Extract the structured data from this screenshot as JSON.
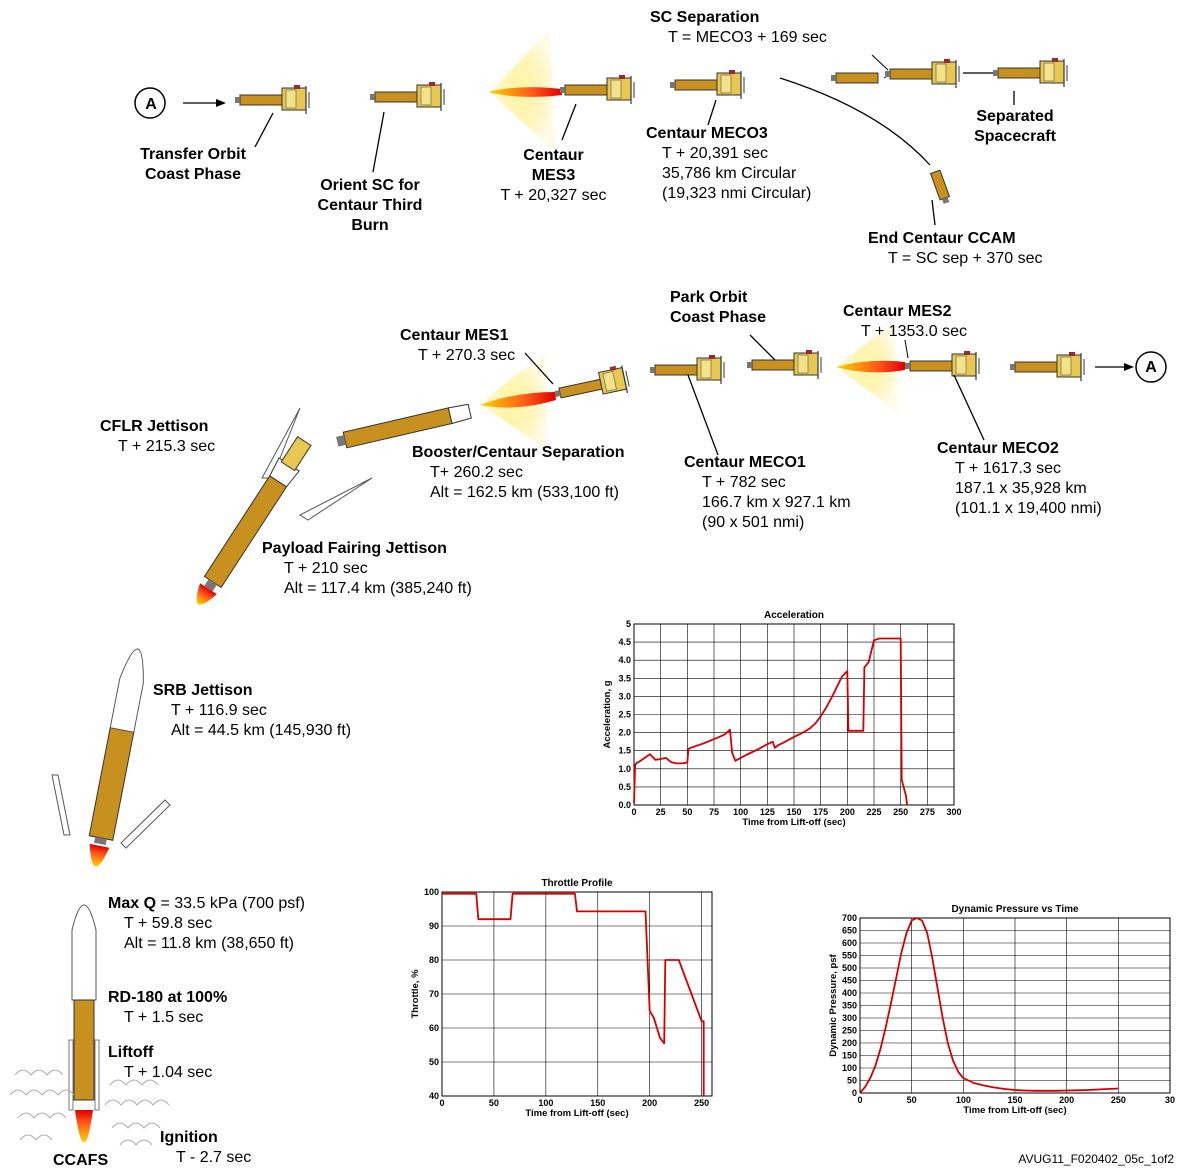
{
  "connector_a": "A",
  "figure_id": "AVUG11_F020402_05c_1of2",
  "ccafs": "CCAFS",
  "events": {
    "sc_separation": {
      "title": "SC  Separation",
      "lines": [
        "T = MECO3 + 169 sec"
      ]
    },
    "transfer_orbit": {
      "title": "Transfer Orbit",
      "lines": [
        "Coast Phase"
      ]
    },
    "orient_sc": {
      "title": "Orient SC for",
      "lines": [
        "Centaur Third",
        "Burn"
      ]
    },
    "mes3": {
      "title": "Centaur",
      "lines": [
        "MES3"
      ],
      "time": "T + 20,327 sec"
    },
    "meco3": {
      "title": "Centaur MECO3",
      "lines": [
        "T + 20,391 sec",
        "35,786 km Circular",
        "(19,323  nmi Circular)"
      ]
    },
    "separated_sc": {
      "title": "Separated",
      "lines": [
        "Spacecraft"
      ]
    },
    "end_ccam": {
      "title": "End Centaur CCAM",
      "lines": [
        "T = SC sep + 370 sec"
      ]
    },
    "park_orbit": {
      "title": "Park Orbit",
      "lines": [
        "Coast Phase"
      ]
    },
    "mes2": {
      "title": "Centaur MES2",
      "lines": [
        "T + 1353.0 sec"
      ]
    },
    "mes1": {
      "title": "Centaur MES1",
      "lines": [
        "T + 270.3 sec"
      ]
    },
    "cflr": {
      "title": "CFLR Jettison",
      "lines": [
        "T + 215.3 sec"
      ]
    },
    "booster_sep": {
      "title": "Booster/Centaur Separation",
      "lines": [
        "T+ 260.2 sec",
        "Alt = 162.5 km (533,100 ft)"
      ]
    },
    "meco1": {
      "title": "Centaur MECO1",
      "lines": [
        "T + 782 sec",
        "166.7 km x 927.1 km",
        "(90 x 501 nmi)"
      ]
    },
    "meco2": {
      "title": "Centaur MECO2",
      "lines": [
        "T + 1617.3 sec",
        "187.1 x 35,928 km",
        "(101.1 x 19,400  nmi)"
      ]
    },
    "pfj": {
      "title": "Payload Fairing Jettison",
      "lines": [
        "T + 210 sec",
        "Alt = 117.4 km (385,240 ft)"
      ]
    },
    "srb": {
      "title": "SRB Jettison",
      "lines": [
        "T + 116.9 sec",
        "Alt = 44.5 km (145,930 ft)"
      ]
    },
    "maxq": {
      "title": "Max Q",
      "title_suffix": " = 33.5 kPa (700 psf)",
      "lines": [
        "T + 59.8 sec",
        "Alt = 11.8 km (38,650 ft)"
      ]
    },
    "rd180": {
      "title": "RD-180 at 100%",
      "lines": [
        "T + 1.5 sec"
      ]
    },
    "liftoff": {
      "title": "Liftoff",
      "lines": [
        "T + 1.04 sec"
      ]
    },
    "ignition": {
      "title": "Ignition",
      "lines": [
        "T - 2.7 sec"
      ]
    }
  },
  "colors": {
    "curve": "#d40000",
    "body": "#c8901e",
    "flame": "#ffcc00"
  },
  "chart_data": [
    {
      "type": "line",
      "title": "Acceleration",
      "xlabel": "Time from Lift-off (sec)",
      "ylabel": "Acceleration, g",
      "xlim": [
        0,
        300
      ],
      "ylim": [
        0,
        5
      ],
      "xticks": [
        0,
        25,
        50,
        75,
        100,
        125,
        150,
        175,
        200,
        225,
        250,
        275,
        300
      ],
      "yticks": [
        0,
        0.5,
        1.0,
        1.5,
        2.0,
        2.5,
        3.0,
        3.5,
        4.0,
        4.5,
        5
      ],
      "ytick_labels": [
        "0.0",
        "0.5",
        "1.0",
        "1.5",
        "2.0",
        "2.5",
        "3.0",
        "3.5",
        "4.0",
        "4.5",
        "5"
      ],
      "grid": true,
      "x": [
        0,
        1,
        2,
        5,
        10,
        15,
        20,
        25,
        30,
        35,
        40,
        45,
        50,
        51,
        55,
        60,
        65,
        70,
        75,
        80,
        85,
        90,
        92,
        95,
        100,
        105,
        110,
        115,
        120,
        125,
        130,
        132,
        135,
        140,
        145,
        150,
        155,
        160,
        165,
        170,
        175,
        180,
        185,
        190,
        195,
        200,
        201,
        210,
        215,
        216,
        220,
        225,
        230,
        235,
        240,
        245,
        250,
        251,
        255,
        256
      ],
      "y": [
        0.05,
        1.1,
        1.15,
        1.2,
        1.3,
        1.4,
        1.25,
        1.27,
        1.3,
        1.18,
        1.15,
        1.15,
        1.17,
        1.55,
        1.6,
        1.65,
        1.7,
        1.76,
        1.82,
        1.88,
        1.95,
        2.08,
        1.45,
        1.22,
        1.3,
        1.38,
        1.45,
        1.52,
        1.6,
        1.68,
        1.75,
        1.58,
        1.65,
        1.72,
        1.8,
        1.88,
        1.95,
        2.03,
        2.12,
        2.25,
        2.45,
        2.68,
        2.95,
        3.25,
        3.55,
        3.7,
        2.05,
        2.05,
        2.05,
        3.8,
        3.95,
        4.55,
        4.6,
        4.6,
        4.6,
        4.6,
        4.6,
        0.7,
        0.25,
        0.0
      ]
    },
    {
      "type": "line",
      "title": "Throttle Profile",
      "xlabel": "Time from Lift-off (sec)",
      "ylabel": "Throttle, %",
      "xlim": [
        0,
        260
      ],
      "ylim": [
        40,
        100
      ],
      "xticks": [
        0,
        50,
        100,
        150,
        200,
        250
      ],
      "yticks": [
        40,
        50,
        60,
        70,
        80,
        90,
        100
      ],
      "grid": true,
      "x": [
        0,
        33,
        35,
        66,
        68,
        128,
        130,
        196,
        200,
        204,
        210,
        214,
        215,
        220,
        228,
        250,
        252,
        252
      ],
      "y": [
        99.5,
        99.5,
        92,
        92,
        99.5,
        99.5,
        94.3,
        94.3,
        65,
        63,
        57,
        55.5,
        80,
        80,
        80,
        62,
        62,
        40
      ]
    },
    {
      "type": "line",
      "title": "Dynamic Pressure vs Time",
      "xlabel": "Time from Lift-off (sec)",
      "ylabel": "Dynamic Pressure, psf",
      "xlim": [
        0,
        300
      ],
      "ylim": [
        0,
        700
      ],
      "xticks": [
        0,
        50,
        100,
        150,
        200,
        250,
        300
      ],
      "xtick_labels": [
        "0",
        "50",
        "100",
        "150",
        "200",
        "250",
        "30"
      ],
      "yticks": [
        0,
        50,
        100,
        150,
        200,
        250,
        300,
        350,
        400,
        450,
        500,
        550,
        600,
        650,
        700
      ],
      "grid": true,
      "x": [
        0,
        5,
        10,
        15,
        20,
        25,
        30,
        35,
        40,
        45,
        50,
        55,
        60,
        65,
        70,
        75,
        80,
        85,
        90,
        95,
        100,
        110,
        120,
        130,
        140,
        150,
        160,
        170,
        180,
        190,
        200,
        210,
        220,
        230,
        240,
        250
      ],
      "y": [
        0,
        25,
        60,
        110,
        180,
        265,
        360,
        460,
        560,
        640,
        690,
        700,
        690,
        640,
        540,
        420,
        300,
        200,
        130,
        85,
        60,
        40,
        30,
        22,
        16,
        12,
        10,
        9,
        9,
        9,
        10,
        11,
        12,
        14,
        16,
        18
      ]
    }
  ]
}
